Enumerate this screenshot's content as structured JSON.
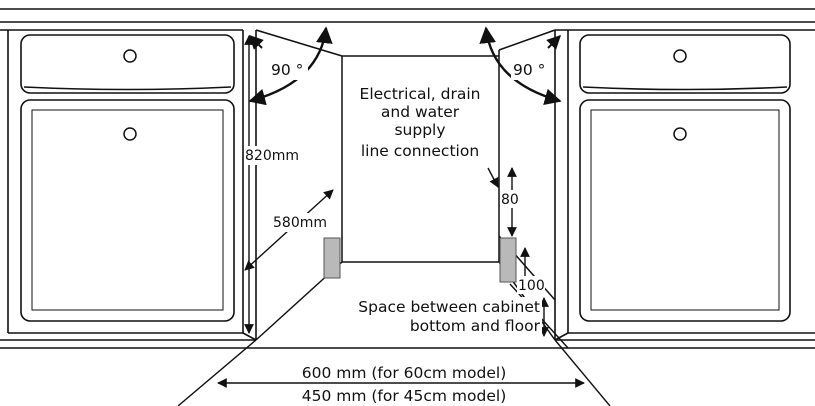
{
  "labels": {
    "angle_left": "90 °",
    "angle_right": "90 °",
    "height": "820mm",
    "depth": "580mm",
    "connection_line1": "Electrical, drain",
    "connection_line2": "and water",
    "connection_line3": "supply",
    "connection_line4": "line connection",
    "dim_80": "80",
    "dim_100": "100",
    "floor_gap_line1": "Space between cabinet",
    "floor_gap_line2": "bottom and floor",
    "width_60": "600 mm (for 60cm model)",
    "width_45": "450 mm (for 45cm model)"
  }
}
